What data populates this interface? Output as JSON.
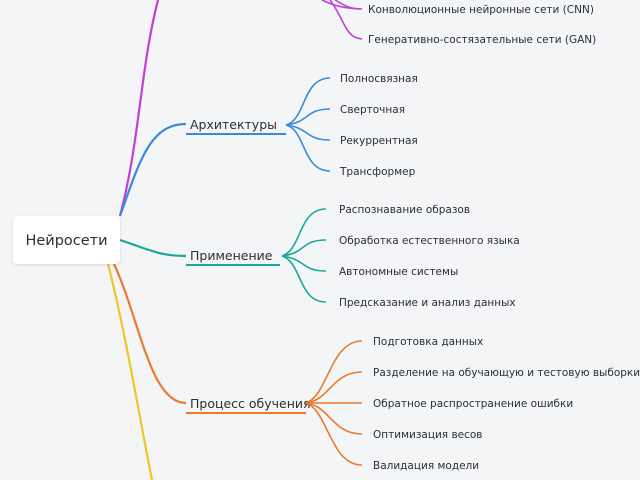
{
  "colors": {
    "background": "#f3f5f7",
    "purple": "#c23fd6",
    "blue": "#3b8ad9",
    "teal": "#1aa89b",
    "orange": "#ec7a2a",
    "yellow": "#f0c52a"
  },
  "root": {
    "label": "Нейросети"
  },
  "partial_branch": {
    "color": "purple",
    "children": [
      "Конволюционные нейронные сети (CNN)",
      "Генеративно-состязательные сети (GAN)"
    ]
  },
  "branches": [
    {
      "label": "Архитектуры",
      "color": "blue",
      "children": [
        "Полносвязная",
        "Сверточная",
        "Рекуррентная",
        "Трансформер"
      ]
    },
    {
      "label": "Применение",
      "color": "teal",
      "children": [
        "Распознавание образов",
        "Обработка естественного языка",
        "Автономные системы",
        "Предсказание и анализ данных"
      ]
    },
    {
      "label": "Процесс обучения",
      "color": "orange",
      "children": [
        "Подготовка данных",
        "Разделение на обучающую и тестовую выборки",
        "Обратное распространение ошибки",
        "Оптимизация весов",
        "Валидация модели"
      ]
    }
  ],
  "offscreen_branch": {
    "color": "yellow"
  }
}
